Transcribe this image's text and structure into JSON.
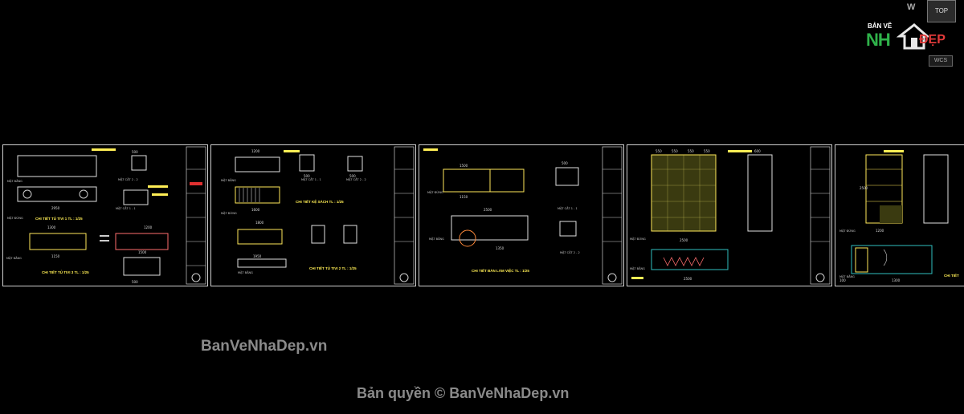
{
  "window": {
    "title": "AutoCAD drawing - furniture details"
  },
  "viewcube": {
    "face_label": "TOP",
    "compass_label": "W",
    "ucs_label": "WCS"
  },
  "logo": {
    "top_text": "BẢN VẼ",
    "main_text": "NH",
    "accent_text": "ĐẸP"
  },
  "watermarks": {
    "left": "BanVeNhaDep.vn",
    "copyright": "Bản quyền © BanVeNhaDep.vn"
  },
  "sheets": [
    {
      "captions": [
        "CHI TIẾT TỦ TIVI 1 TL : 1/25",
        "CHI TIẾT TỦ TIVI 3 TL : 1/25"
      ],
      "labels": [
        "MẶT BẰNG",
        "MẶT ĐỨNG",
        "MẶT CẮT 1 - 1",
        "MẶT CẮT 2 - 2",
        "MẶT BẰNG"
      ],
      "dims": [
        "2950",
        "1300",
        "1150",
        "1200",
        "1500",
        "500",
        "500"
      ]
    },
    {
      "captions": [
        "CHI TIẾT KỆ SÁCH TL : 1/25",
        "CHI TIẾT TỦ TIVI 2 TL : 1/25"
      ],
      "labels": [
        "MẶT BẰNG",
        "MẶT ĐỨNG",
        "MẶT CẮT 1 - 1",
        "MẶT CẮT 2 - 2",
        "MẶT BẰNG"
      ],
      "dims": [
        "1200",
        "1600",
        "1950",
        "1800",
        "500",
        "500"
      ]
    },
    {
      "captions": [
        "CHI TIẾT BÀN LÀM VIỆC TL : 1/25"
      ],
      "labels": [
        "MẶT ĐỨNG",
        "MẶT BẰNG",
        "MẶT CẮT 1 - 1",
        "MẶT CẮT 2 - 2"
      ],
      "dims": [
        "1500",
        "2500",
        "1150",
        "1350",
        "500"
      ]
    },
    {
      "captions": [],
      "labels": [
        "MẶT ĐỨNG",
        "MẶT BẰNG"
      ],
      "dims": [
        "550",
        "550",
        "550",
        "550",
        "2500",
        "2500",
        "600"
      ]
    },
    {
      "captions": [
        "CHI TIẾT"
      ],
      "labels": [
        "MẶT ĐỨNG",
        "MẶT BẰNG"
      ],
      "dims": [
        "2500",
        "1200",
        "1300",
        "100"
      ]
    }
  ]
}
